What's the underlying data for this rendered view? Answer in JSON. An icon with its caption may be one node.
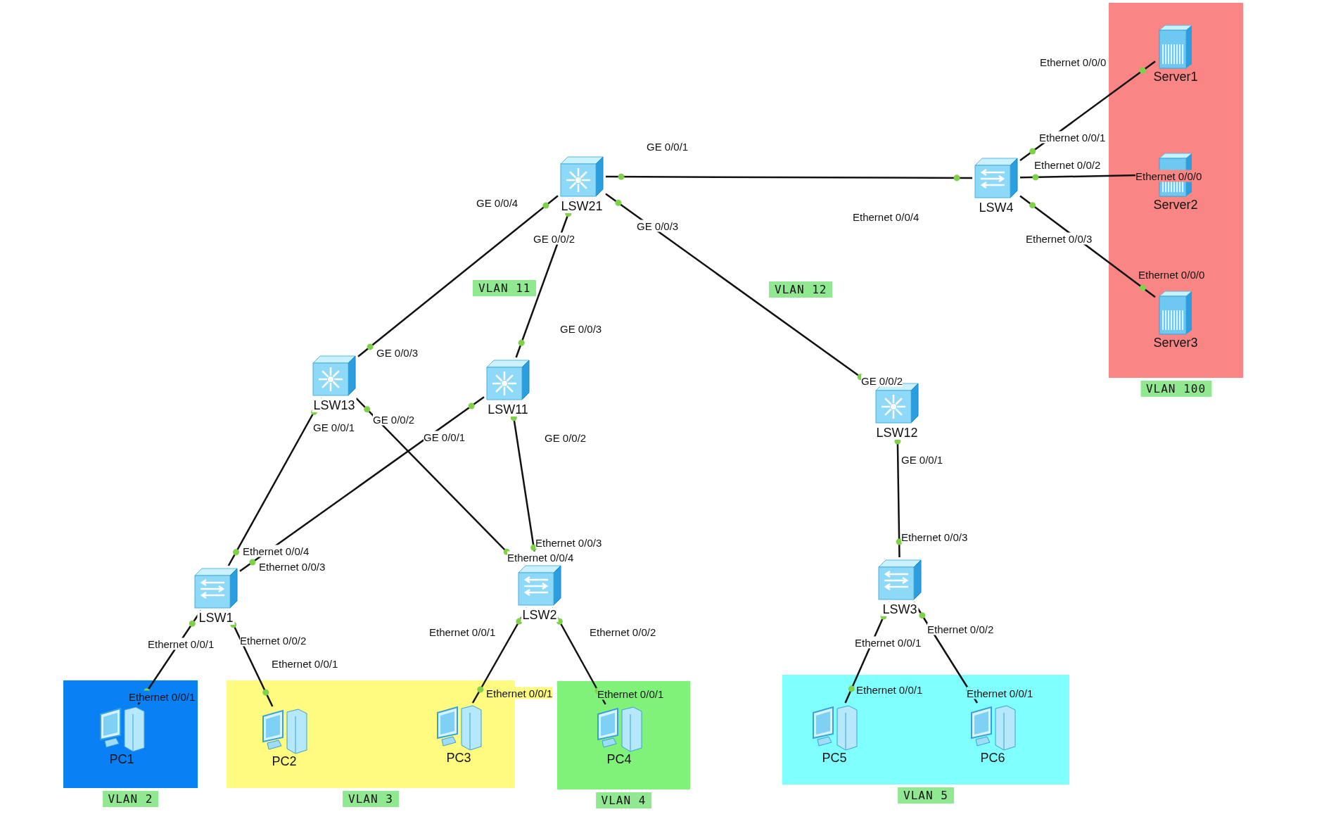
{
  "diagram": {
    "nodes": [
      {
        "text": [
          "VLAN 100"
        ]
      },
      {
        "text": [
          "Server1"
        ],
        "in": 0
      },
      {
        "text": [
          "Server2"
        ],
        "in": 0
      },
      {
        "text": [
          "Server3"
        ],
        "in": 0
      },
      {
        "text": [
          "LSW21"
        ]
      },
      {
        "text": [
          "LSW4"
        ]
      },
      {
        "text": [
          "LSW13"
        ]
      },
      {
        "text": [
          "LSW11"
        ]
      },
      {
        "text": [
          "LSW12"
        ]
      },
      {
        "text": [
          "LSW1"
        ]
      },
      {
        "text": [
          "LSW2"
        ]
      },
      {
        "text": [
          "LSW3"
        ]
      },
      {
        "text": [
          "VLAN 2"
        ]
      },
      {
        "text": [
          "PC1"
        ],
        "in": 12
      },
      {
        "text": [
          "VLAN 3"
        ]
      },
      {
        "text": [
          "PC2"
        ],
        "in": 14
      },
      {
        "text": [
          "PC3"
        ],
        "in": 14
      },
      {
        "text": [
          "VLAN 4"
        ]
      },
      {
        "text": [
          "PC4"
        ],
        "in": 17
      },
      {
        "text": [
          "VLAN 5"
        ]
      },
      {
        "text": [
          "PC5"
        ],
        "in": 19
      },
      {
        "text": [
          "PC6"
        ],
        "in": 19
      }
    ],
    "edges": [
      {
        "from": 4,
        "to": 5,
        "arrow": "none"
      },
      {
        "from": 4,
        "to": 6,
        "arrow": "none"
      },
      {
        "from": 4,
        "to": 7,
        "arrow": "none"
      },
      {
        "from": 4,
        "to": 8,
        "arrow": "none"
      },
      {
        "from": 5,
        "to": 1,
        "arrow": "none"
      },
      {
        "from": 5,
        "to": 2,
        "arrow": "none"
      },
      {
        "from": 5,
        "to": 3,
        "arrow": "none"
      },
      {
        "from": 6,
        "to": 9,
        "arrow": "none"
      },
      {
        "from": 6,
        "to": 10,
        "arrow": "none"
      },
      {
        "from": 7,
        "to": 9,
        "arrow": "none"
      },
      {
        "from": 7,
        "to": 10,
        "arrow": "none"
      },
      {
        "from": 8,
        "to": 11,
        "arrow": "none"
      },
      {
        "from": 9,
        "to": 13,
        "arrow": "none"
      },
      {
        "from": 9,
        "to": 15,
        "arrow": "none"
      },
      {
        "from": 10,
        "to": 16,
        "arrow": "none"
      },
      {
        "from": 10,
        "to": 18,
        "arrow": "none"
      },
      {
        "from": 11,
        "to": 20,
        "arrow": "none"
      },
      {
        "from": 11,
        "to": 21,
        "arrow": "none"
      }
    ],
    "labels": [
      "Ethernet 0/0/0",
      "Ethernet 0/0/1",
      "GE 0/0/1",
      "Ethernet 0/0/2",
      "Ethernet 0/0/0",
      "GE 0/0/4",
      "Ethernet 0/0/4",
      "GE 0/0/3",
      "GE 0/0/2",
      "Ethernet 0/0/3",
      "Ethernet 0/0/0",
      "VLAN 11",
      "VLAN 12",
      "GE 0/0/3",
      "GE 0/0/3",
      "GE 0/0/2",
      "GE 0/0/2",
      "GE 0/0/1",
      "GE 0/0/1",
      "GE 0/0/2",
      "GE 0/0/1",
      "Ethernet 0/0/3",
      "Ethernet 0/0/3",
      "Ethernet 0/0/4",
      "Ethernet 0/0/4",
      "Ethernet 0/0/3",
      "Ethernet 0/0/2",
      "Ethernet 0/0/1",
      "Ethernet 0/0/1",
      "Ethernet 0/0/2",
      "Ethernet 0/0/2",
      "Ethernet 0/0/1",
      "Ethernet 0/0/1",
      "Ethernet 0/0/1",
      "Ethernet 0/0/1",
      "Ethernet 0/0/1",
      "Ethernet 0/0/1",
      "Ethernet 0/0/1"
    ]
  }
}
